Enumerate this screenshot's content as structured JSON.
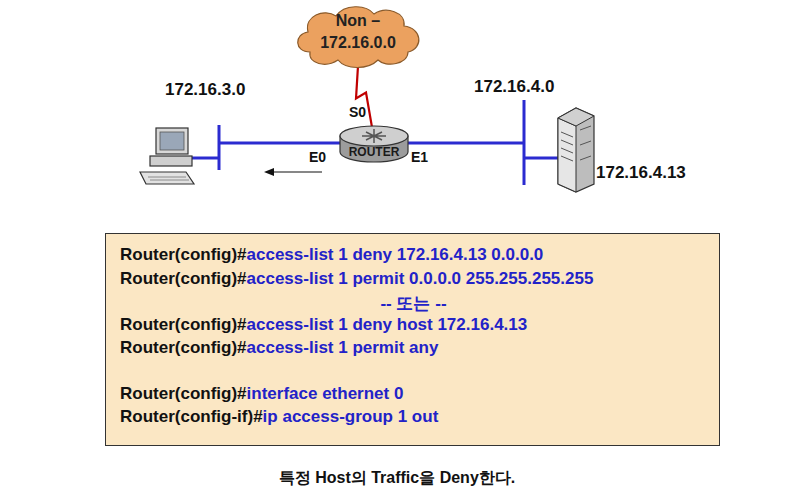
{
  "diagram": {
    "caption": "특정 Host의 Traffic을 Deny한다.",
    "nodes": [
      {
        "text": [
          "Non – 172.16.0.0"
        ]
      },
      {
        "text": [
          "ROUTER"
        ]
      },
      {
        "text": [
          "Router(config)#",
          "access-list 1 deny 172.16.4.13 0.0.0.0",
          "Router(config)#",
          "access-list 1 permit 0.0.0.0 255.255.255.255",
          "-- 또는 --",
          "Router(config)#",
          "access-list 1 deny host 172.16.4.13",
          "Router(config)#",
          "access-list 1 permit any",
          "Router(config)#",
          "interface ethernet 0",
          "Router(config-if)#",
          "ip access-group 1 out"
        ]
      }
    ],
    "edges": [
      {
        "from": 0,
        "to": 1,
        "arrow": "none"
      }
    ],
    "labels": [
      "172.16.3.0",
      "S0",
      "172.16.4.0",
      "E0",
      "E1",
      "172.16.4.13"
    ]
  }
}
